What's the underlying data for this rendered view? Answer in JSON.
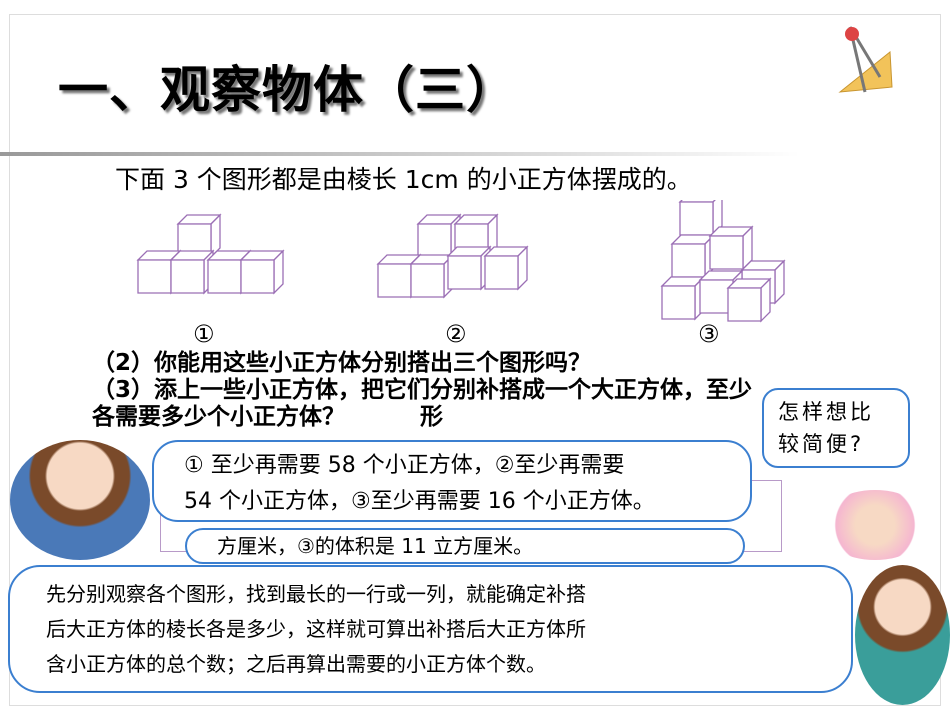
{
  "title": "一、观察物体（三）",
  "intro": "下面 3 个图形都是由棱长 1cm 的小正方体摆成的。",
  "figure_labels": [
    "①",
    "②",
    "③"
  ],
  "question_overlap": [
    "（2）你能用这些小正方体分别搭出三个图形吗？",
    "（3）添上一些小正方体，把它们分别补搭成一个大正方体，至少各需要多少个小正方体？"
  ],
  "question_overlap_line2": "形",
  "hidden_answer": "方厘米，③的体积是 11 立方厘米。",
  "answer_bubble": [
    "① 至少再需要 58 个小正方体，②至少再需要",
    "54 个小正方体，③至少再需要 16 个小正方体。"
  ],
  "hint_bubble": [
    "怎样想比",
    "较简便?"
  ],
  "explain_bubble": [
    "先分别观察各个图形，找到最长的一行或一列，就能确定补搭",
    "后大正方体的棱长各是多少，这样就可算出补搭后大正方体所",
    "含小正方体的总个数；之后再算出需要的小正方体个数。"
  ],
  "colors": {
    "cube_edge": "#9b6fb5",
    "bubble_border": "#3b7fd0"
  }
}
